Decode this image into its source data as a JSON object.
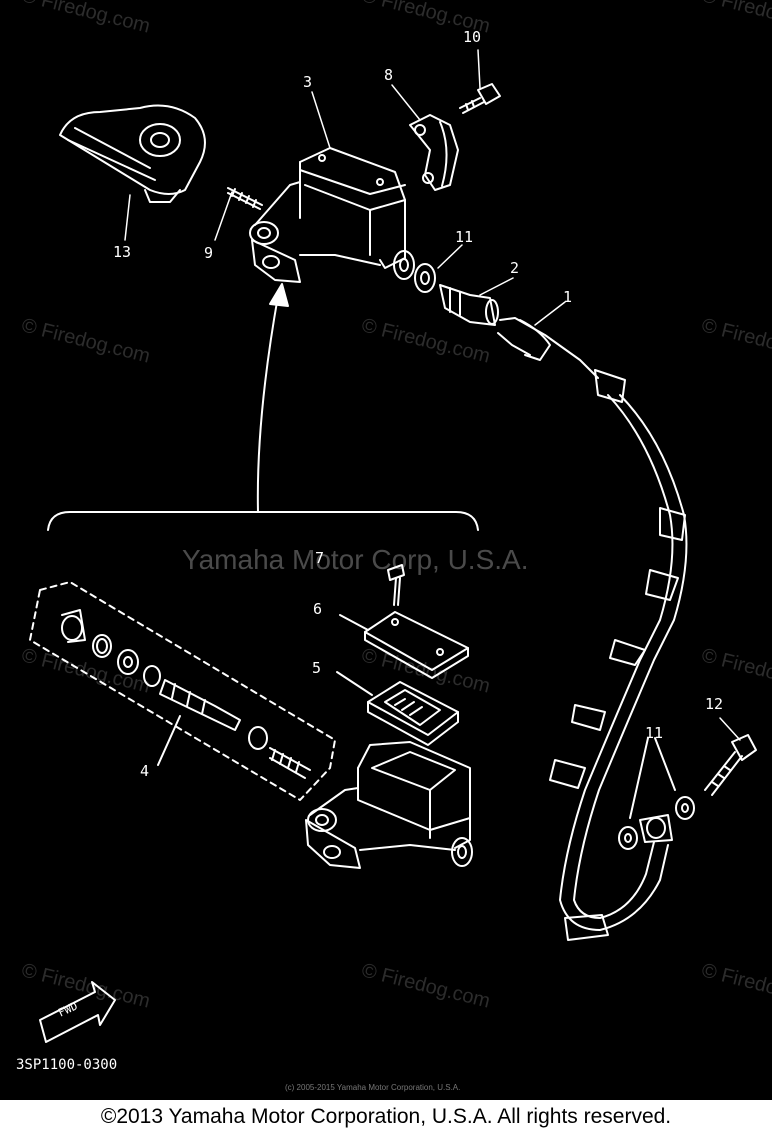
{
  "diagram": {
    "callouts": {
      "c1": "1",
      "c2": "2",
      "c3": "3",
      "c4": "4",
      "c5": "5",
      "c6": "6",
      "c7": "7",
      "c8": "8",
      "c9": "9",
      "c10": "10",
      "c11a": "11",
      "c11b": "11",
      "c12": "12",
      "c13": "13"
    },
    "direction_label": "FWD",
    "part_code": "3SP1100-0300",
    "center_watermark": "Yamaha Motor Corp, U.S.A.",
    "watermark_text": "© Firedog.com",
    "tiny_credit": "(c) 2005-2015 Yamaha Motor Corporation, U.S.A."
  },
  "footer": {
    "copyright": "©2013 Yamaha Motor Corporation, U.S.A. All rights reserved."
  },
  "colors": {
    "background": "#000000",
    "lines": "#ffffff",
    "footer_bg": "#ffffff"
  }
}
